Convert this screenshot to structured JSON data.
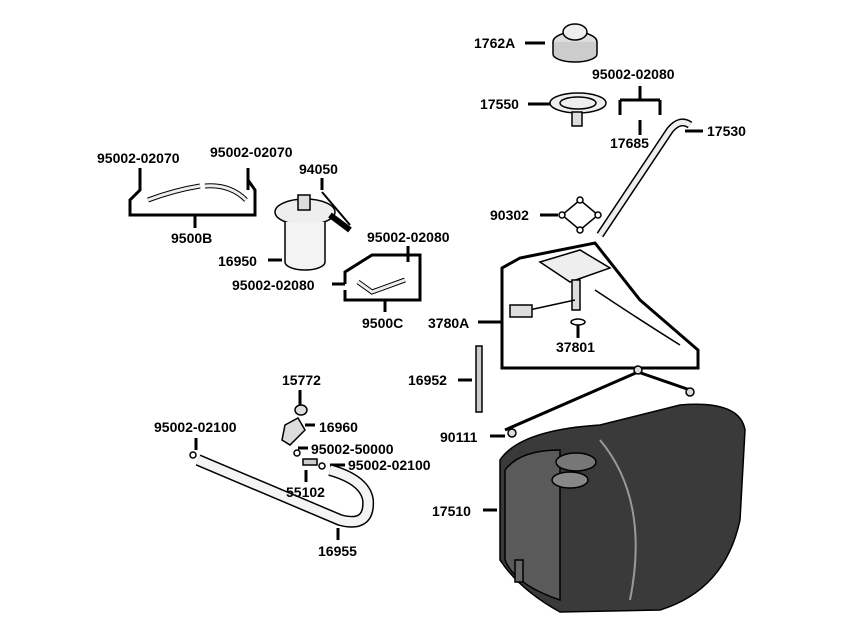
{
  "labels": {
    "l1762a": "1762A",
    "l95002_02080_a": "95002-02080",
    "l17550": "17550",
    "l17685": "17685",
    "l17530": "17530",
    "l95002_02070_a": "95002-02070",
    "l95002_02070_b": "95002-02070",
    "l94050": "94050",
    "l9500b": "9500B",
    "l16950": "16950",
    "l95002_02080_b": "95002-02080",
    "l95002_02080_c": "95002-02080",
    "l9500c": "9500C",
    "l90302": "90302",
    "l3780a": "3780A",
    "l37801": "37801",
    "l16952": "16952",
    "l15772": "15772",
    "l16960": "16960",
    "l95002_02100_a": "95002-02100",
    "l95002_50000": "95002-50000",
    "l95002_02100_b": "95002-02100",
    "l55102": "55102",
    "l16955": "16955",
    "l90111": "90111",
    "l17510": "17510"
  }
}
